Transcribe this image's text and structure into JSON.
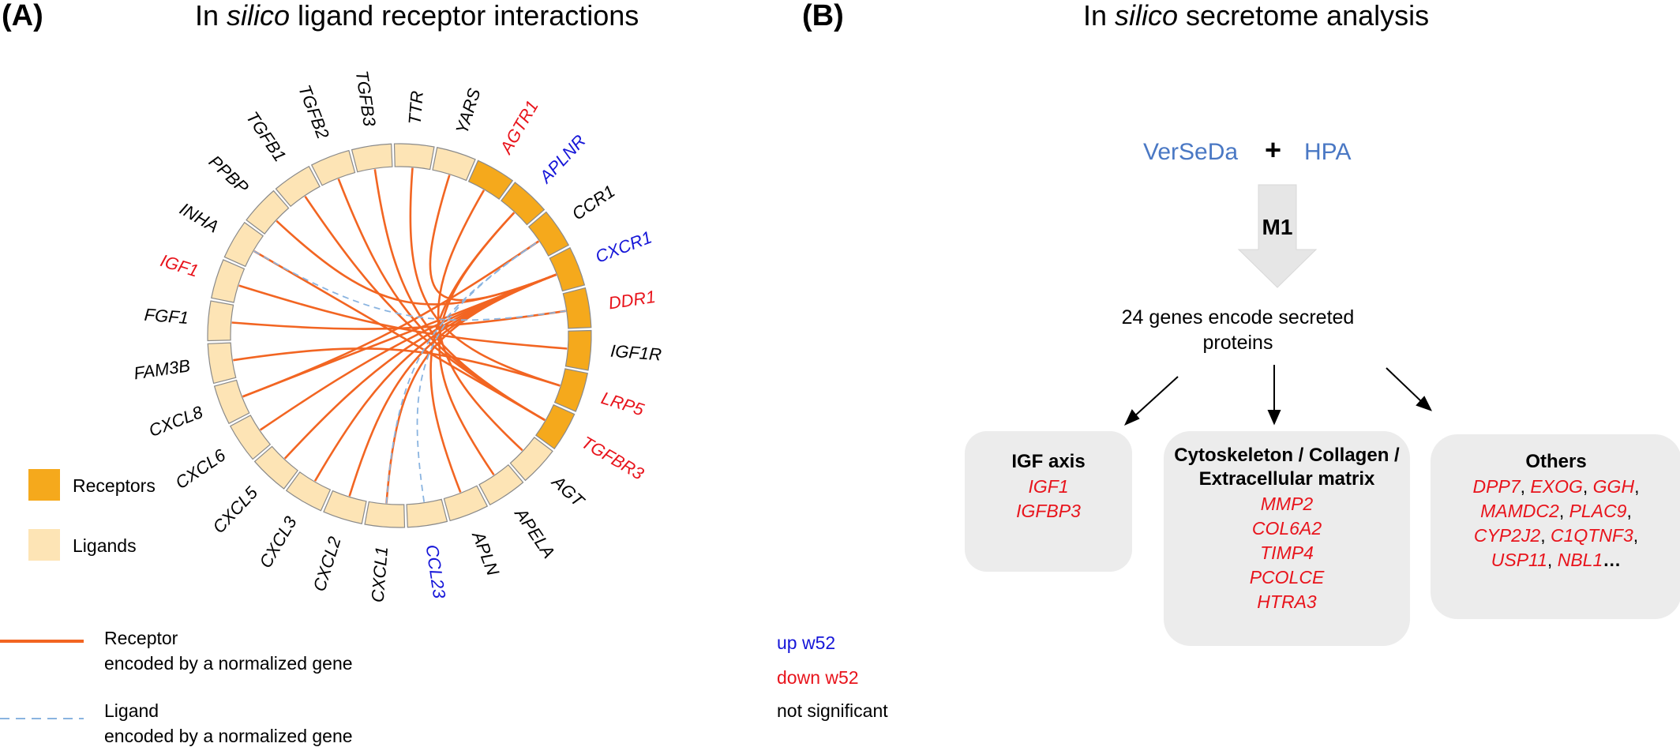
{
  "panel_a": {
    "tag": "(A)",
    "title_pre": "In ",
    "title_italic": "silico",
    "title_post": " ligand receptor interactions",
    "genes": [
      {
        "label": "IGF1",
        "kind": "ligand",
        "status": "down"
      },
      {
        "label": "INHA",
        "kind": "ligand",
        "status": "ns"
      },
      {
        "label": "PPBP",
        "kind": "ligand",
        "status": "ns"
      },
      {
        "label": "TGFB1",
        "kind": "ligand",
        "status": "ns"
      },
      {
        "label": "TGFB2",
        "kind": "ligand",
        "status": "ns"
      },
      {
        "label": "TGFB3",
        "kind": "ligand",
        "status": "ns"
      },
      {
        "label": "TTR",
        "kind": "ligand",
        "status": "ns"
      },
      {
        "label": "YARS",
        "kind": "ligand",
        "status": "ns"
      },
      {
        "label": "AGTR1",
        "kind": "receptor",
        "status": "down"
      },
      {
        "label": "APLNR",
        "kind": "receptor",
        "status": "up"
      },
      {
        "label": "CCR1",
        "kind": "receptor",
        "status": "ns"
      },
      {
        "label": "CXCR1",
        "kind": "receptor",
        "status": "up"
      },
      {
        "label": "DDR1",
        "kind": "receptor",
        "status": "down"
      },
      {
        "label": "IGF1R",
        "kind": "receptor",
        "status": "ns"
      },
      {
        "label": "LRP5",
        "kind": "receptor",
        "status": "down"
      },
      {
        "label": "TGFBR3",
        "kind": "receptor",
        "status": "down"
      },
      {
        "label": "AGT",
        "kind": "ligand",
        "status": "ns"
      },
      {
        "label": "APELA",
        "kind": "ligand",
        "status": "ns"
      },
      {
        "label": "APLN",
        "kind": "ligand",
        "status": "ns"
      },
      {
        "label": "CCL23",
        "kind": "ligand",
        "status": "up"
      },
      {
        "label": "CXCL1",
        "kind": "ligand",
        "status": "ns"
      },
      {
        "label": "CXCL2",
        "kind": "ligand",
        "status": "ns"
      },
      {
        "label": "CXCL3",
        "kind": "ligand",
        "status": "ns"
      },
      {
        "label": "CXCL5",
        "kind": "ligand",
        "status": "ns"
      },
      {
        "label": "CXCL6",
        "kind": "ligand",
        "status": "ns"
      },
      {
        "label": "CXCL8",
        "kind": "ligand",
        "status": "ns"
      },
      {
        "label": "FAM3B",
        "kind": "ligand",
        "status": "ns"
      },
      {
        "label": "FGF1",
        "kind": "ligand",
        "status": "ns"
      }
    ],
    "links": [
      {
        "from": "IGF1",
        "to": "IGF1R",
        "type": "receptor"
      },
      {
        "from": "PPBP",
        "to": "CXCR1",
        "type": "receptor"
      },
      {
        "from": "TGFB1",
        "to": "TGFBR3",
        "type": "receptor"
      },
      {
        "from": "TGFB2",
        "to": "TGFBR3",
        "type": "receptor"
      },
      {
        "from": "TGFB3",
        "to": "TGFBR3",
        "type": "receptor"
      },
      {
        "from": "TTR",
        "to": "LRP5",
        "type": "receptor"
      },
      {
        "from": "YARS",
        "to": "CXCR1",
        "type": "receptor"
      },
      {
        "from": "FGF1",
        "to": "DDR1",
        "type": "receptor"
      },
      {
        "from": "FAM3B",
        "to": "LRP5",
        "type": "receptor"
      },
      {
        "from": "CXCL8",
        "to": "CXCR1",
        "type": "receptor"
      },
      {
        "from": "CXCL6",
        "to": "CXCR1",
        "type": "receptor"
      },
      {
        "from": "CXCL5",
        "to": "CXCR1",
        "type": "receptor"
      },
      {
        "from": "CXCL3",
        "to": "CXCR1",
        "type": "receptor"
      },
      {
        "from": "CXCL2",
        "to": "CXCR1",
        "type": "receptor"
      },
      {
        "from": "CXCL1",
        "to": "CXCR1",
        "type": "receptor"
      },
      {
        "from": "APLN",
        "to": "APLNR",
        "type": "receptor"
      },
      {
        "from": "APELA",
        "to": "APLNR",
        "type": "receptor"
      },
      {
        "from": "AGT",
        "to": "AGTR1",
        "type": "receptor"
      },
      {
        "from": "CXCL8",
        "to": "CCR1",
        "type": "receptor"
      },
      {
        "from": "INHA",
        "to": "TGFBR3",
        "type": "receptor"
      },
      {
        "from": "INHA",
        "to": "DDR1",
        "type": "ligand"
      },
      {
        "from": "CCL23",
        "to": "CCR1",
        "type": "ligand"
      },
      {
        "from": "CXCL1",
        "to": "CCR1",
        "type": "ligand"
      }
    ],
    "legend": {
      "receptors": "Receptors",
      "ligands": "Ligands",
      "receptor_line_1": "Receptor",
      "receptor_line_2": "encoded by a normalized gene",
      "ligand_line_1": "Ligand",
      "ligand_line_2": "encoded by a normalized gene"
    }
  },
  "panel_b": {
    "tag": "(B)",
    "title_pre": "In ",
    "title_italic": "silico",
    "title_post": " secretome analysis",
    "source_1": "VerSeDa",
    "plus": "+",
    "source_2": "HPA",
    "model": "M1",
    "result_line_1": "24 genes encode secreted",
    "result_line_2": "proteins",
    "boxes": [
      {
        "title_lines": [
          "IGF axis"
        ],
        "gene_lines": [
          [
            "IGF1"
          ],
          [
            "IGFBP3"
          ]
        ]
      },
      {
        "title_lines": [
          "Cytoskeleton / Collagen /",
          "Extracellular matrix"
        ],
        "gene_lines": [
          [
            "MMP2"
          ],
          [
            "COL6A2"
          ],
          [
            "TIMP4"
          ],
          [
            "PCOLCE"
          ],
          [
            "HTRA3"
          ]
        ]
      },
      {
        "title_lines": [
          "Others"
        ],
        "gene_lines": [
          [
            "DPP7",
            "EXOG",
            "GGH"
          ],
          [
            "MAMDC2",
            "PLAC9"
          ],
          [
            "CYP2J2",
            "C1QTNF3"
          ],
          [
            "USP11",
            "NBL1"
          ]
        ],
        "ellipsis": "…"
      }
    ],
    "status_legend": {
      "up": "up w52",
      "down": "down w52",
      "ns": "not significant"
    }
  },
  "colors": {
    "receptor_fill": "#f5a91c",
    "ligand_fill": "#fde4b5",
    "segment_stroke": "#8a8a8a",
    "receptor_link": "#f26522",
    "ligand_link": "#8ab4e0",
    "up": "#1515d8",
    "down": "#e8141c",
    "ns": "#000000",
    "source_blue": "#4a78c4",
    "box_fill": "#ececec",
    "arrow_fill": "#e6e6e6"
  }
}
